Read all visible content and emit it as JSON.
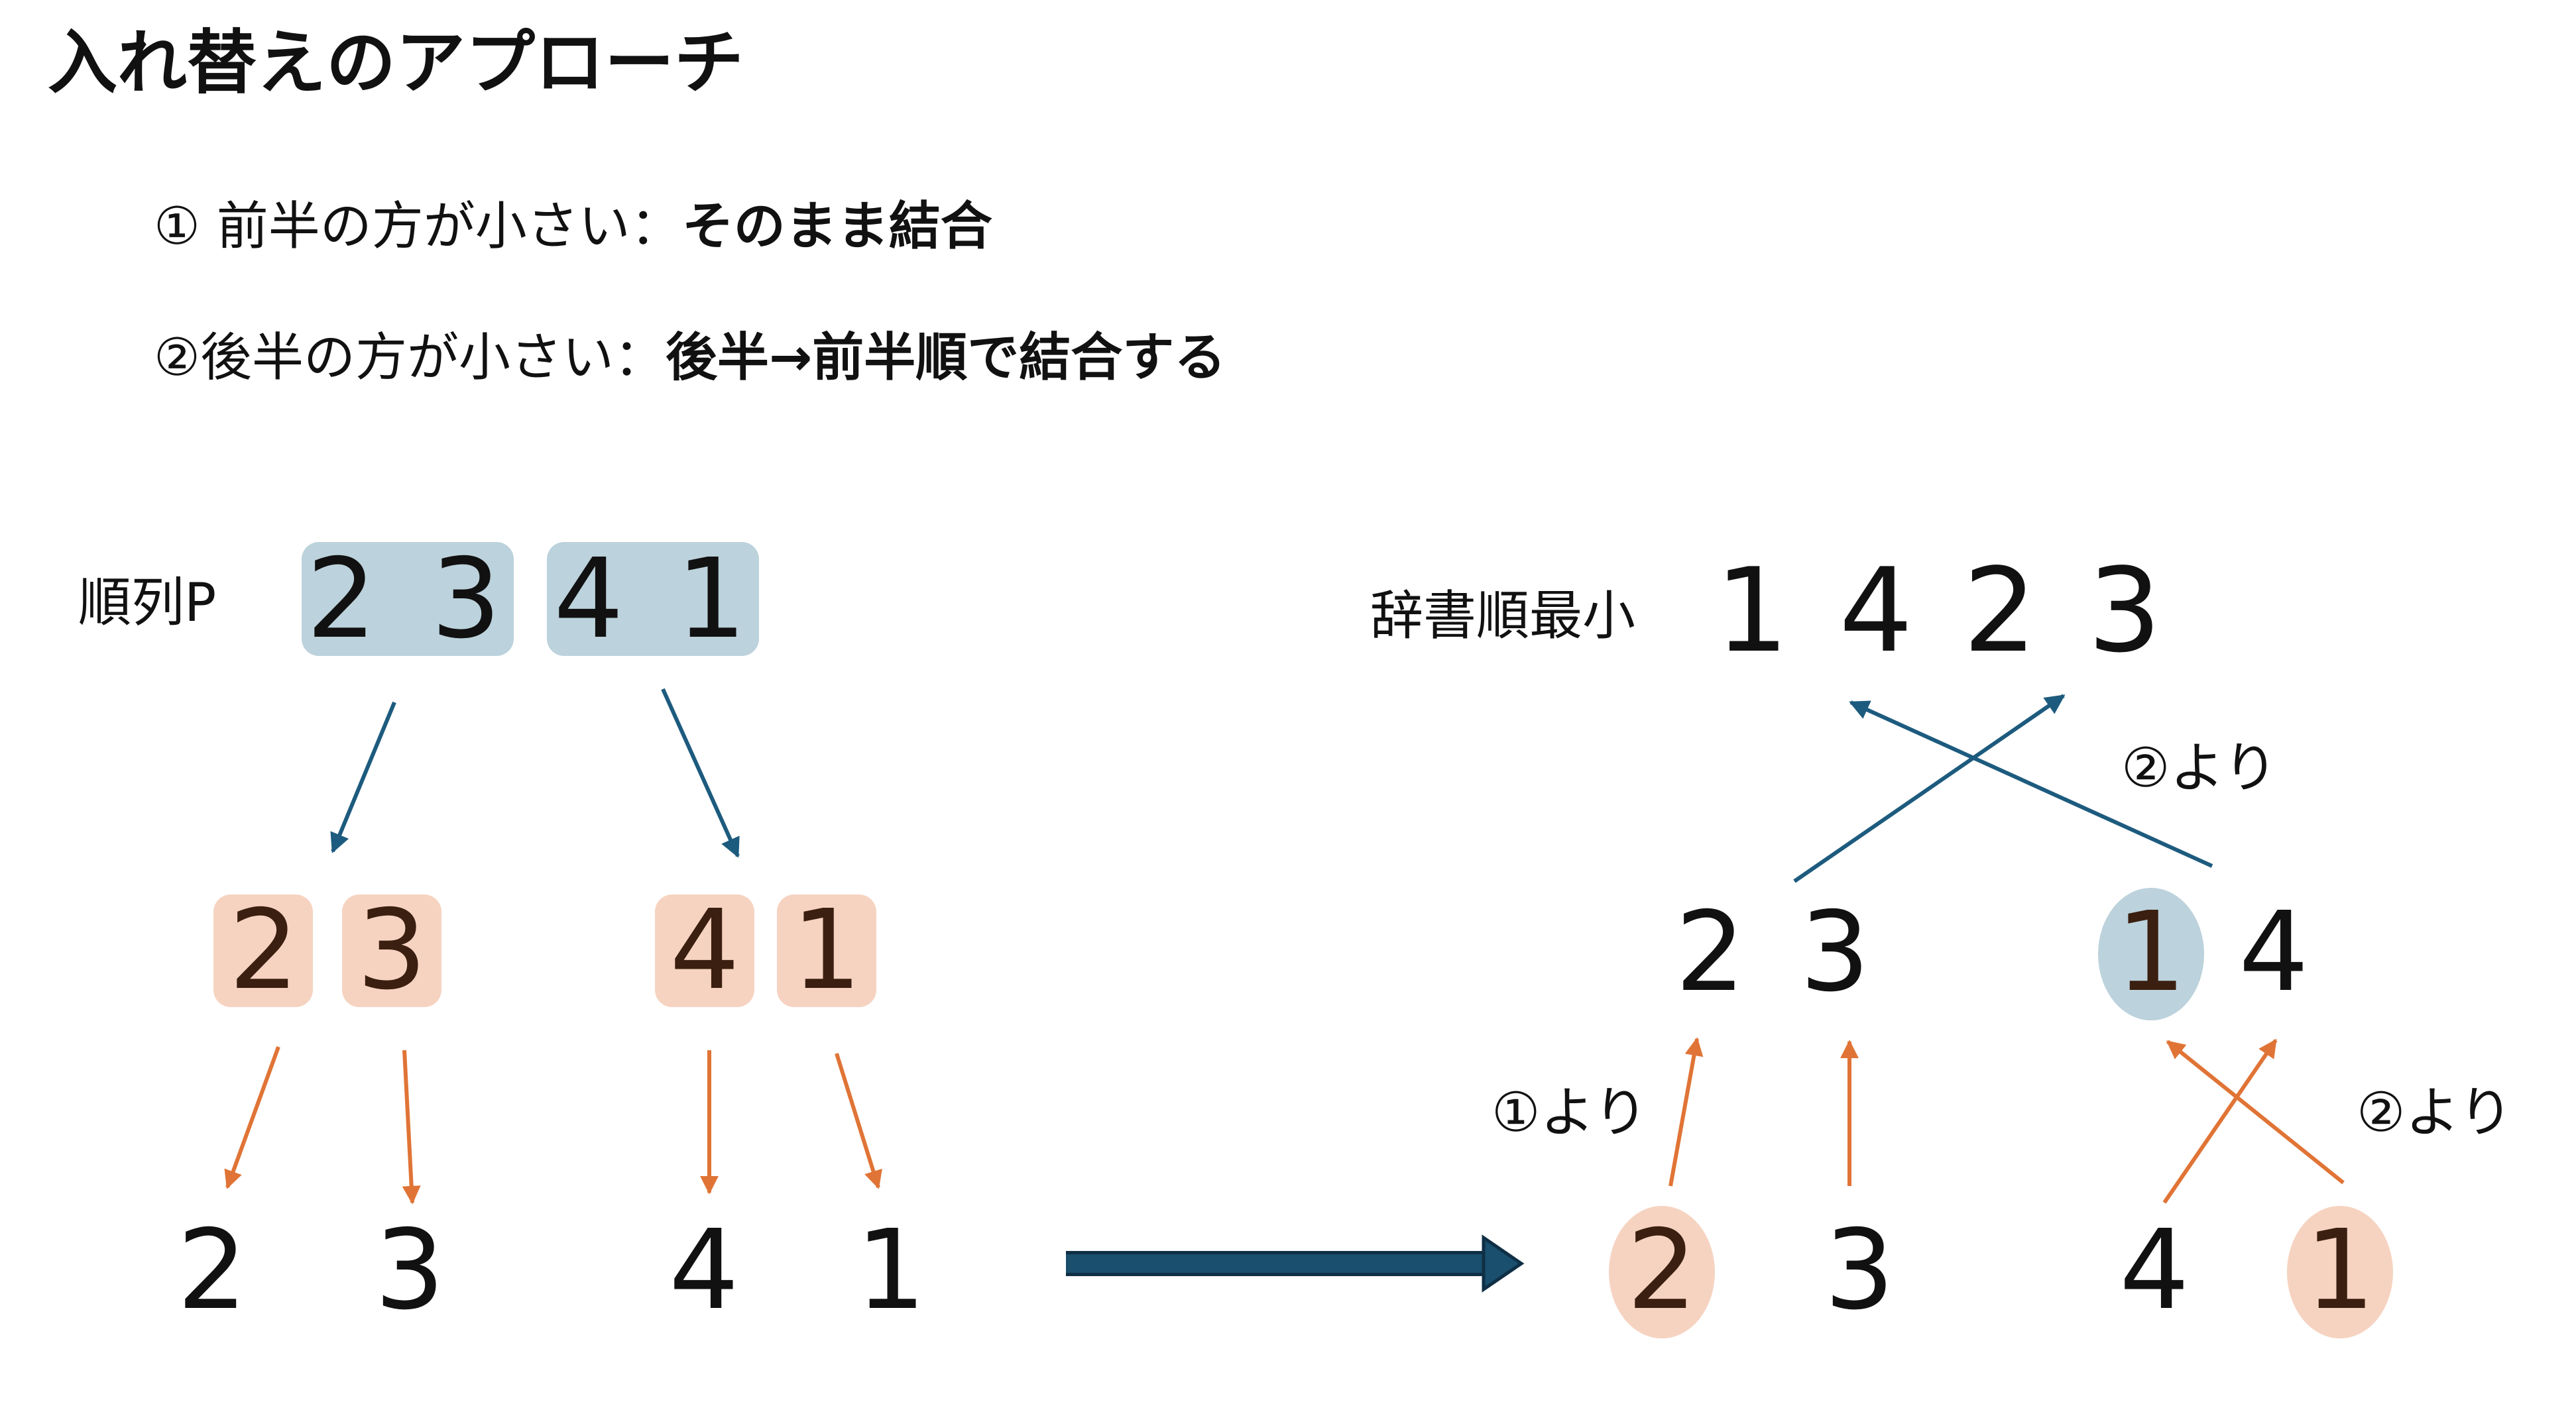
{
  "title": "入れ替えのアプローチ",
  "rules": [
    {
      "marker": "①",
      "condition": " 前半の方が小さい：",
      "action": "そのまま結合"
    },
    {
      "marker": "②",
      "condition": "後半の方が小さい：",
      "action": "後半→前半順で結合する"
    }
  ],
  "labels": {
    "permutation": "順列P",
    "lex_min": "辞書順最小"
  },
  "left": {
    "top_row": [
      "2",
      "3",
      "4",
      "1"
    ],
    "mid_row": [
      "2",
      "3",
      "4",
      "1"
    ],
    "bottom_row": [
      "2",
      "3",
      "4",
      "1"
    ]
  },
  "right": {
    "bottom_row": [
      "2",
      "3",
      "4",
      "1"
    ],
    "mid_row": [
      "2",
      "3",
      "1",
      "4"
    ],
    "top_row": [
      "1",
      "4",
      "2",
      "3"
    ],
    "notes": {
      "left_merge": "①より",
      "right_merge": "②より",
      "top_merge": "②より"
    }
  },
  "colors": {
    "blue_highlight": "#bcd2dc",
    "orange_highlight": "#f6d3c1",
    "blue_arrow": "#1d5b7e",
    "orange_arrow": "#e07436",
    "big_arrow": "#1a4f6e"
  }
}
